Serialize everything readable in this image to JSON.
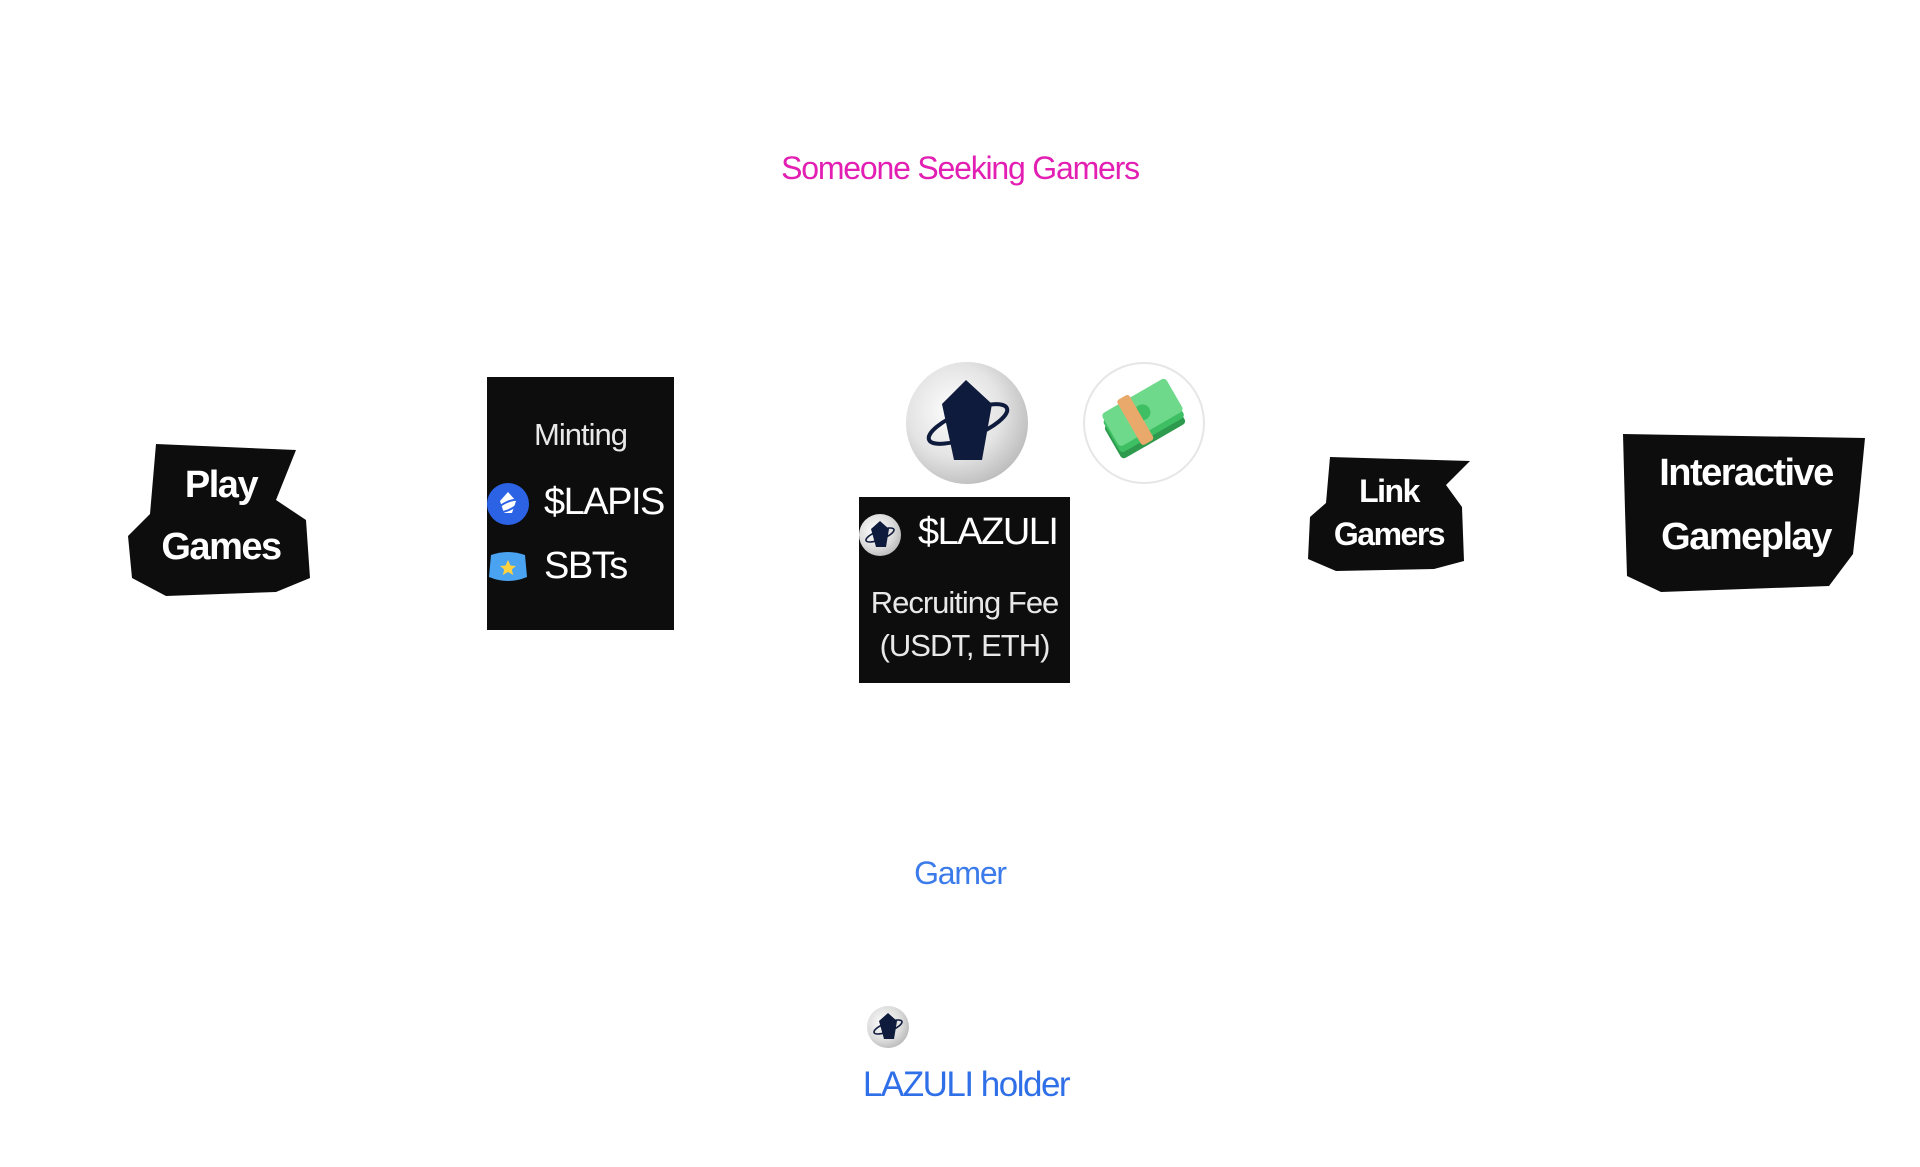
{
  "colors": {
    "seeker": "#e31fb3",
    "gamer": "#3b7bea",
    "holder": "#2f6fe8",
    "box": "#0d0d0d"
  },
  "labels": {
    "seeker": "Someone Seeking Gamers",
    "gamer": "Gamer",
    "holder": "LAZULI holder"
  },
  "play": {
    "line1": "Play",
    "line2": "Games"
  },
  "minting": {
    "title": "Minting",
    "items": [
      {
        "icon": "lapis-token-icon",
        "label": "$LAPIS"
      },
      {
        "icon": "sbt-badge-icon",
        "label": "SBTs"
      }
    ]
  },
  "center": {
    "token_label": "$LAZULI",
    "fee_line1": "Recruiting Fee",
    "fee_line2": "(USDT, ETH)",
    "icons": [
      "lazuli-logo-icon",
      "cash-money-icon"
    ]
  },
  "link": {
    "line1": "Link",
    "line2": "Gamers"
  },
  "interactive": {
    "line1": "Interactive",
    "line2": "Gameplay"
  }
}
